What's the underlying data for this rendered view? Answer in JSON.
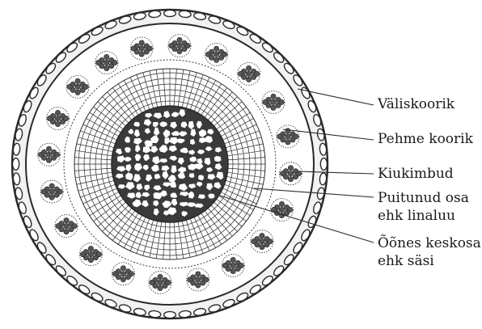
{
  "labels": {
    "outer_bark": "Väliskoorik",
    "soft_bark": "Pehme koorik",
    "fiber_bundles": "Kiukimbud",
    "wood_line1": "Puitunud osa",
    "wood_line2": "ehk linaluu",
    "pith_line1": "Õõnes keskosa",
    "pith_line2": "ehk säsi"
  },
  "colors": {
    "ink": "#2a2a2a",
    "paper": "#ffffff",
    "bark_fill": "#f2f2f2"
  }
}
